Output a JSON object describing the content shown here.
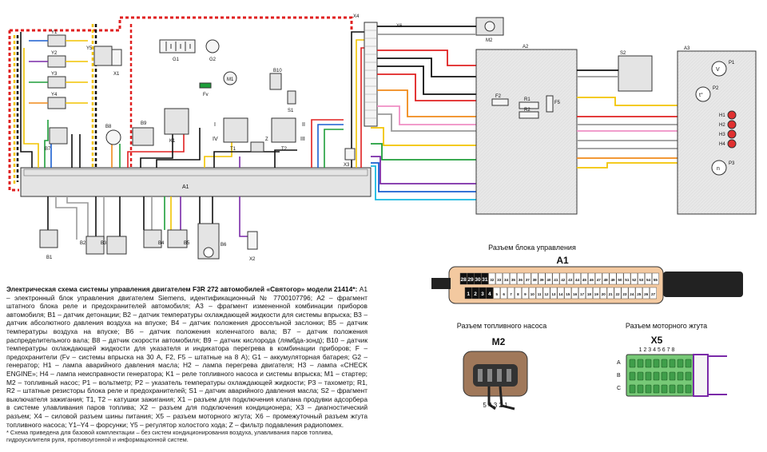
{
  "caption": {
    "heading": "Электрическая схема системы управления двигателем F3R 272 автомобилей «Святогор» модели 21414*:",
    "body": "A1 – электронный блок управления двигателем Siemens, идентификационный № 7700107796; A2 – фрагмент штатного блока реле и предохранителей автомобиля; A3 – фрагмент измененной комбинации приборов автомобиля; B1 – датчик детонации; B2 – датчик температуры охлаждающей жидкости для системы впрыска; B3 – датчик абсолютного давления воздуха на впуске; B4 – датчик положения дроссельной заслонки; B5 – датчик температуры воздуха на впуске; B6 – датчик положения коленчатого вала; B7 – датчик положения распределительного вала; B8 – датчик скорости автомобиля; B9 – датчик кислорода (лямбда-зонд); B10 – датчик температуры охлаждающей жидкости для указателя и индикатора перегрева в комбинации приборов; F – предохранители (Fv – системы впрыска на 30 А, F2, F5 – штатные на 8 А); G1 – аккумуляторная батарея; G2 – генератор; H1 – лампа аварийного давления масла; H2 – лампа перегрева двигателя; H3 – лампа «CHECK ENGINE»; H4 – лампа неисправности генератора; K1 – реле топливного насоса и системы впрыска; M1 – стартер; M2 – топливный насос; P1 – вольтметр; P2 – указатель температуры охлаждающей жидкости; P3 – тахометр; R1, R2 – штатные резисторы блока реле и предохранителей; S1 – датчик аварийного давления масла; S2 – фрагмент выключателя зажигания; T1, T2 – катушки зажигания; X1 – разъем для подключения клапана продувки адсорбера в системе улавливания паров топлива; X2 – разъем для подключения кондиционера; X3 – диагностический разъем; X4 – силовой разъем шины питания; X5 – разъем моторного жгута; X6 – промежуточный разъем жгута топливного насоса; Y1–Y4 – форсунки; Y5 – регулятор холостого хода; Z – фильтр подавления радиопомех."
  },
  "footnote": "* Схема приведена для базовой комплектации – без систем кондиционирования воздуха, улавливания паров топлива, гидроусилителя руля, противоугонной и информационной систем.",
  "connector_a1": {
    "section_title": "Разъем блока управления",
    "name": "A1",
    "top_pins": [
      "28",
      "29",
      "30",
      "31",
      "32",
      "33",
      "34",
      "35",
      "36",
      "37",
      "38",
      "39",
      "40",
      "41",
      "42",
      "43",
      "44",
      "45",
      "46",
      "47",
      "48",
      "49",
      "50",
      "51",
      "52",
      "53",
      "54",
      "55"
    ],
    "bottom_pins": [
      "1",
      "2",
      "3",
      "4",
      "5",
      "6",
      "7",
      "8",
      "9",
      "10",
      "11",
      "12",
      "13",
      "14",
      "15",
      "16",
      "17",
      "18",
      "19",
      "20",
      "21",
      "22",
      "23",
      "24",
      "25",
      "26",
      "27"
    ]
  },
  "connector_m2": {
    "section_title": "Разъем топливного насоса",
    "name": "M2",
    "pins": "5 4 3 2 1"
  },
  "connector_x5": {
    "section_title": "Разъем моторного жгута",
    "name": "X5",
    "columns": "1 2 3 4 5 6 7 8",
    "rows": [
      "A",
      "B",
      "C"
    ]
  },
  "labels": {
    "a1_block": "A1",
    "a2_block": "A2",
    "a3_block": "A3",
    "x4": "X4",
    "x6": "X6",
    "x3": "X3",
    "x1": "X1",
    "x2": "X2",
    "m2": "M2",
    "s2": "S2",
    "g1": "G1",
    "g2": "G2",
    "m1": "M1",
    "fv": "Fv",
    "b10": "B10",
    "s1": "S1",
    "k1": "K1",
    "b7": "B7",
    "b8": "B8",
    "b9": "B9",
    "t1": "T1",
    "t2": "T2",
    "z": "Z",
    "b1": "B1",
    "b2": "B2",
    "b3": "B3",
    "b4": "B4",
    "b5": "B5",
    "b6": "B6",
    "y5": "Y5",
    "y1": "Y1",
    "y2": "Y2",
    "y3": "Y3",
    "y4": "Y4",
    "f2": "F2",
    "f5": "F5",
    "r1": "R1",
    "r2": "R2",
    "p1": "P1",
    "p2": "P2",
    "p3": "P3",
    "h1": "H1",
    "h2": "H2",
    "h3": "H3",
    "h4": "H4",
    "i": "I",
    "ii": "II",
    "iii": "III",
    "iv": "IV",
    "v_symbol": "V",
    "t_symbol": "t°",
    "n_symbol": "n"
  },
  "colors": {
    "wire_red": "#e02020",
    "wire_black": "#111111",
    "wire_yellow": "#f2c400",
    "wire_blue": "#1a5fd0",
    "wire_green": "#1e9e3a",
    "wire_orange": "#f08a1a",
    "wire_purple": "#7a2aa8",
    "wire_pink": "#ef8fc4",
    "wire_cyan": "#18b8e0",
    "wire_brown": "#8a4a1e",
    "wire_grey": "#9a9a9a",
    "block_fill": "#e4e4e4",
    "connector_fill": "#f3c9a0",
    "x5_fill": "#77c977",
    "lamp_red": "#e03030"
  }
}
